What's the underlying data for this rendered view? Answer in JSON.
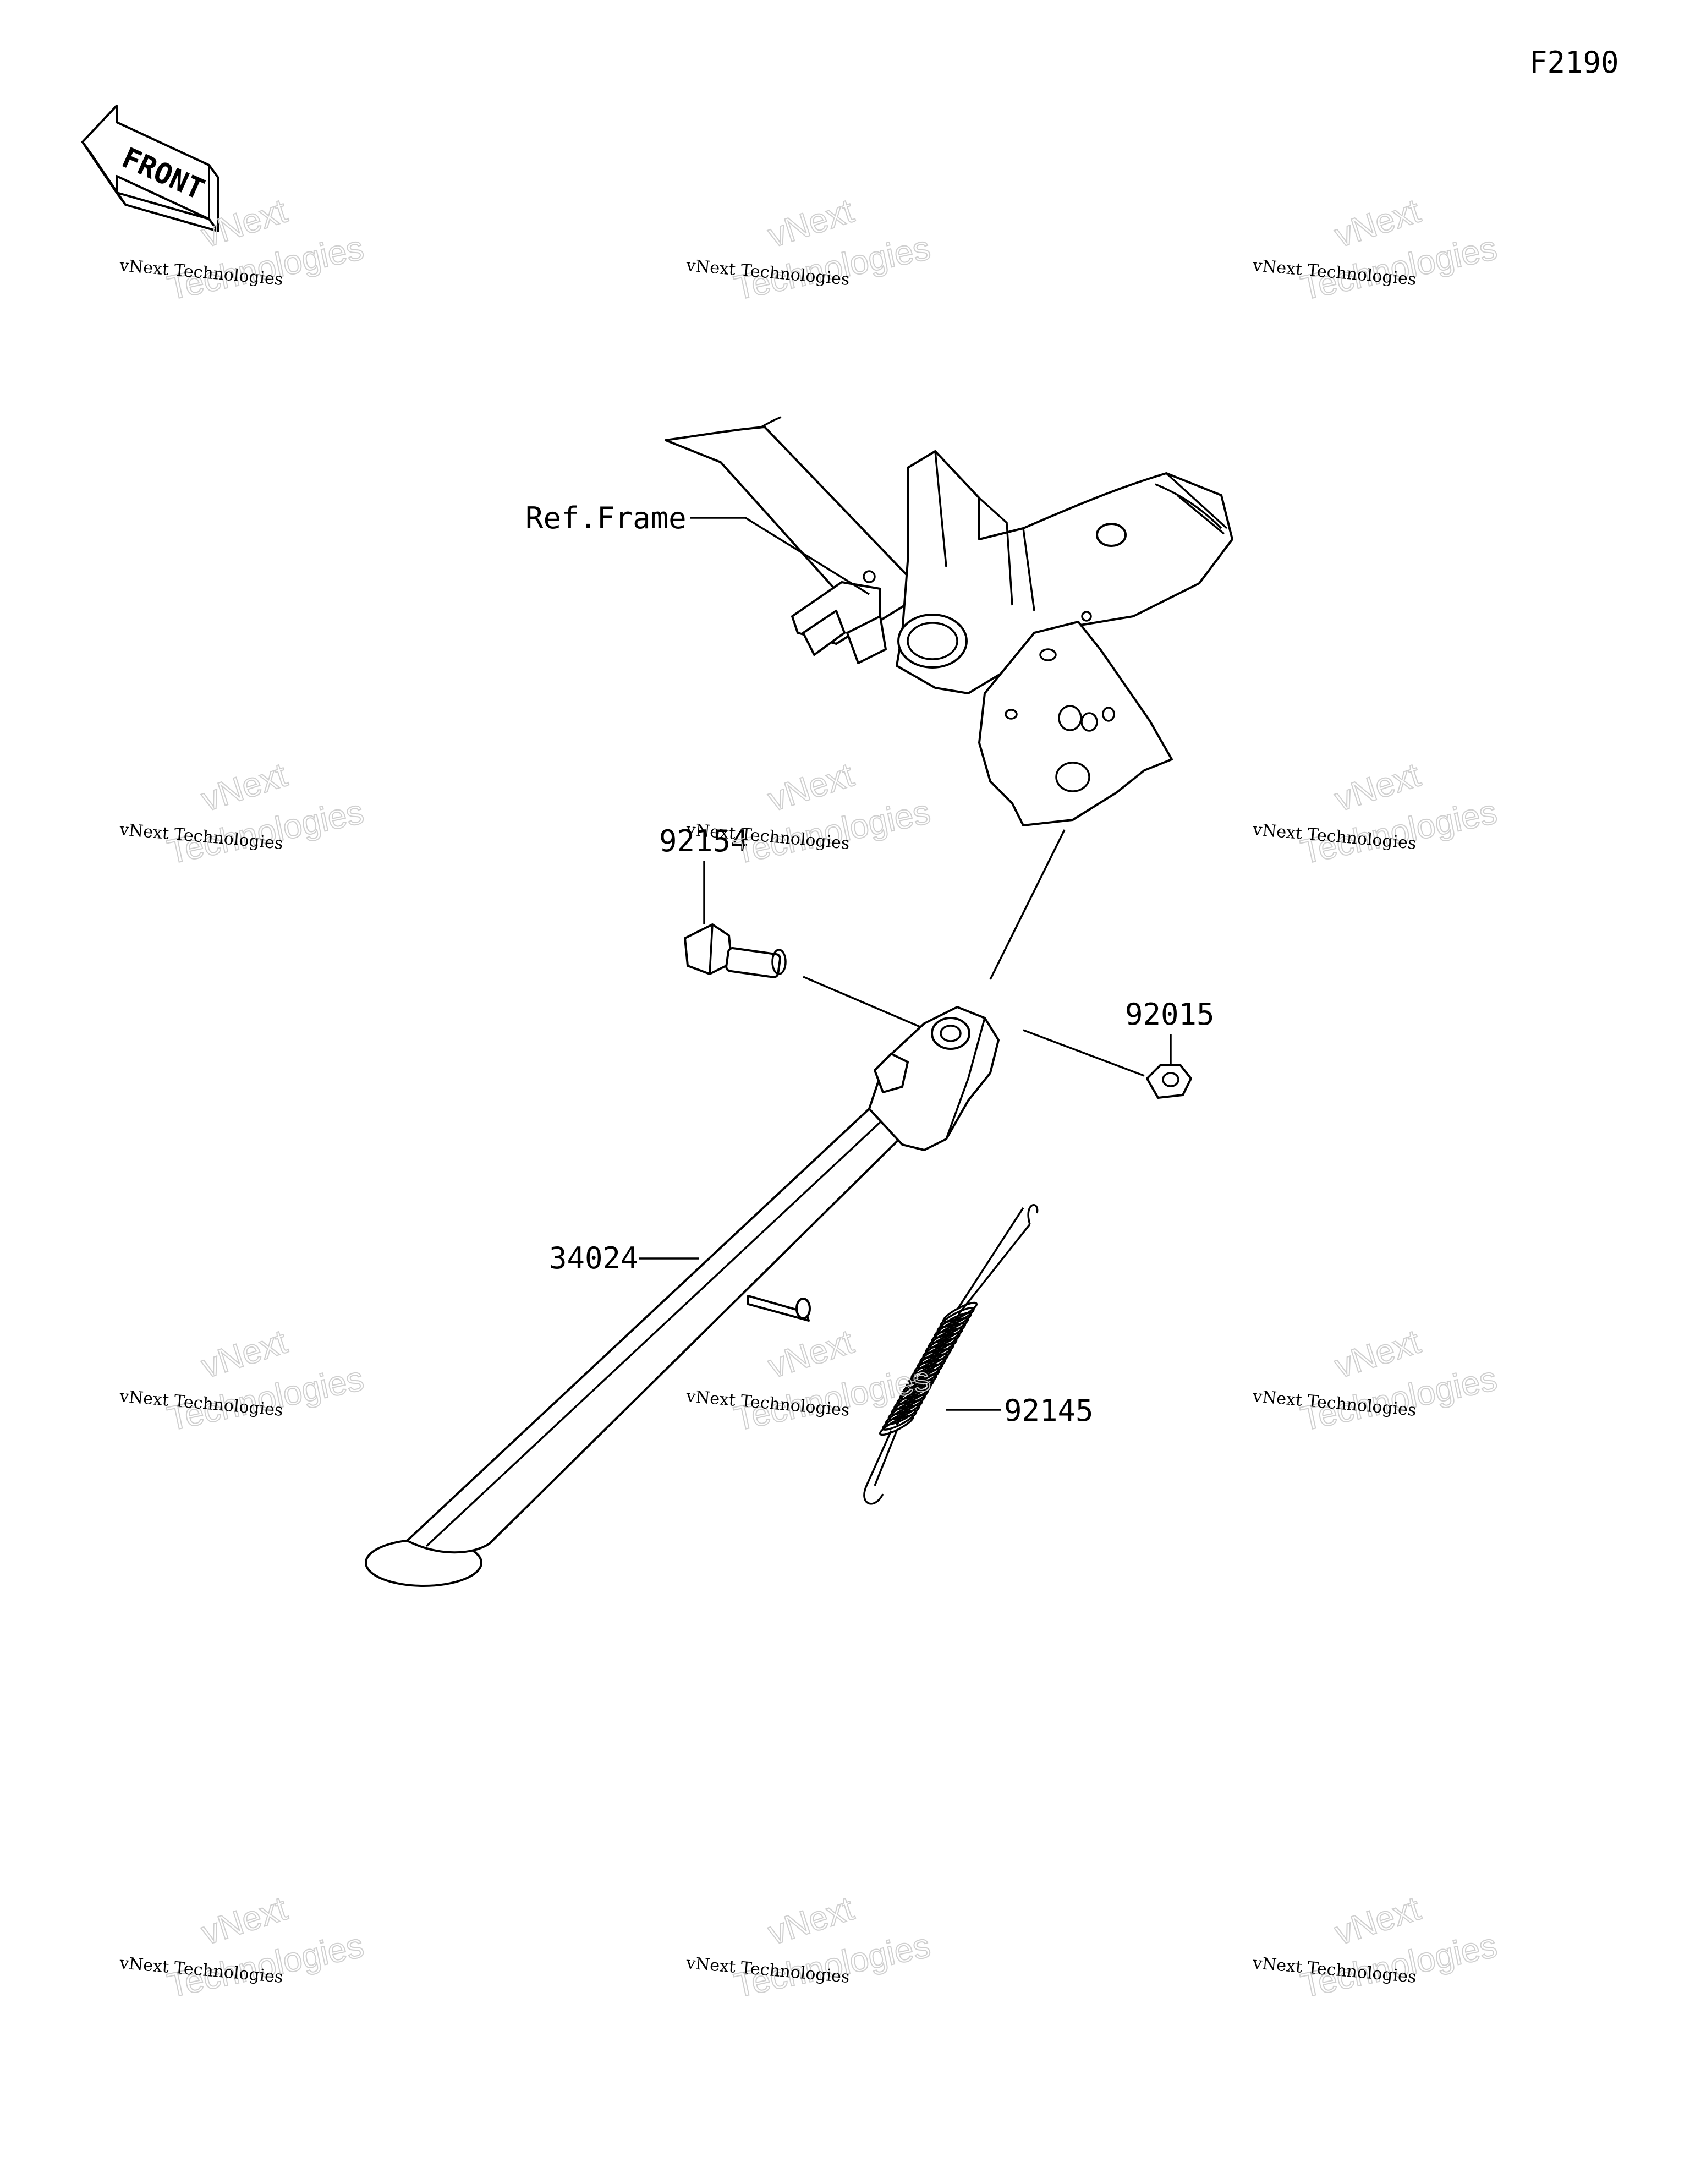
{
  "figure_code": "F2190",
  "front_arrow": {
    "text": "FRONT",
    "icon": "front-direction-arrow-icon"
  },
  "callouts": {
    "ref_frame": "Ref.Frame",
    "bolt": "92154",
    "nut": "92015",
    "side_stand": "34024",
    "spring": "92145"
  },
  "watermark": {
    "line1": "vNext Technologies",
    "logo_top": "vNext",
    "logo_bottom": "Technologies"
  },
  "colors": {
    "line": "#000000",
    "watermark": "#cfcfcf",
    "background": "#ffffff"
  }
}
